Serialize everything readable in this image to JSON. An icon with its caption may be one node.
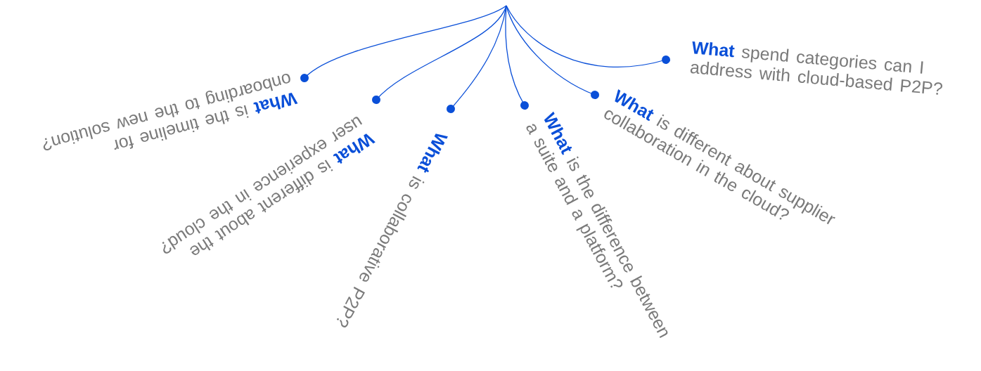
{
  "diagram": {
    "nodes": [
      {
        "text": [
          "**What** is the timeline for onboarding to the new solution?"
        ]
      },
      {
        "text": [
          "**What** is different about the user experience in the cloud?"
        ]
      },
      {
        "text": [
          "**What** is collaborative P2P?"
        ]
      },
      {
        "text": [
          "**What** is the difference between a suite and a platform?"
        ]
      },
      {
        "text": [
          "**What** is different about supplier collaboration in the cloud?"
        ]
      },
      {
        "text": [
          "**What** spend categories can I address with cloud-based P2P?"
        ]
      }
    ],
    "edges": [
      {
        "from": null,
        "to": 0,
        "arrow": "other"
      },
      {
        "from": null,
        "to": 1,
        "arrow": "other"
      },
      {
        "from": null,
        "to": 2,
        "arrow": "other"
      },
      {
        "from": null,
        "to": 3,
        "arrow": "other"
      },
      {
        "from": null,
        "to": 4,
        "arrow": "other"
      },
      {
        "from": null,
        "to": 5,
        "arrow": "other"
      }
    ]
  }
}
